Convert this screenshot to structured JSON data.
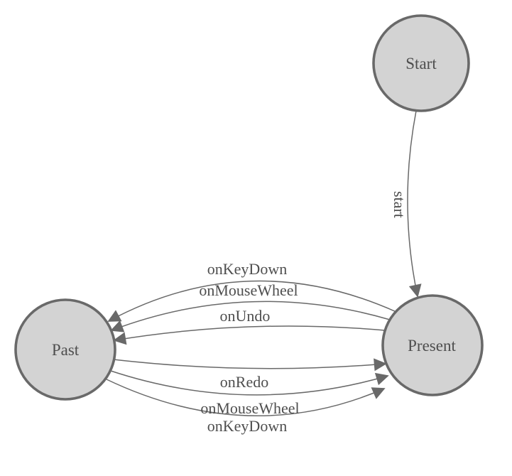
{
  "diagram": {
    "nodes": [
      {
        "id": "start",
        "label": "Start"
      },
      {
        "id": "present",
        "label": "Present"
      },
      {
        "id": "past",
        "label": "Past"
      }
    ],
    "edges": [
      {
        "id": "start-to-present",
        "from": "Start",
        "to": "Present",
        "label": "start"
      },
      {
        "id": "present-to-past-keydown",
        "from": "Present",
        "to": "Past",
        "label": "onKeyDown"
      },
      {
        "id": "present-to-past-mousewheel",
        "from": "Present",
        "to": "Past",
        "label": "onMouseWheel"
      },
      {
        "id": "present-to-past-undo",
        "from": "Present",
        "to": "Past",
        "label": "onUndo"
      },
      {
        "id": "past-to-present-redo",
        "from": "Past",
        "to": "Present",
        "label": "onRedo"
      },
      {
        "id": "past-to-present-mousewheel",
        "from": "Past",
        "to": "Present",
        "label": "onMouseWheel"
      },
      {
        "id": "past-to-present-keydown",
        "from": "Past",
        "to": "Present",
        "label": "onKeyDown"
      }
    ],
    "colors": {
      "background": "#ffffff",
      "node_fill": "#d3d3d3",
      "node_border": "#696969",
      "edge_line": "#696969",
      "arrowhead": "#696969",
      "text": "#4e4e4e"
    }
  }
}
